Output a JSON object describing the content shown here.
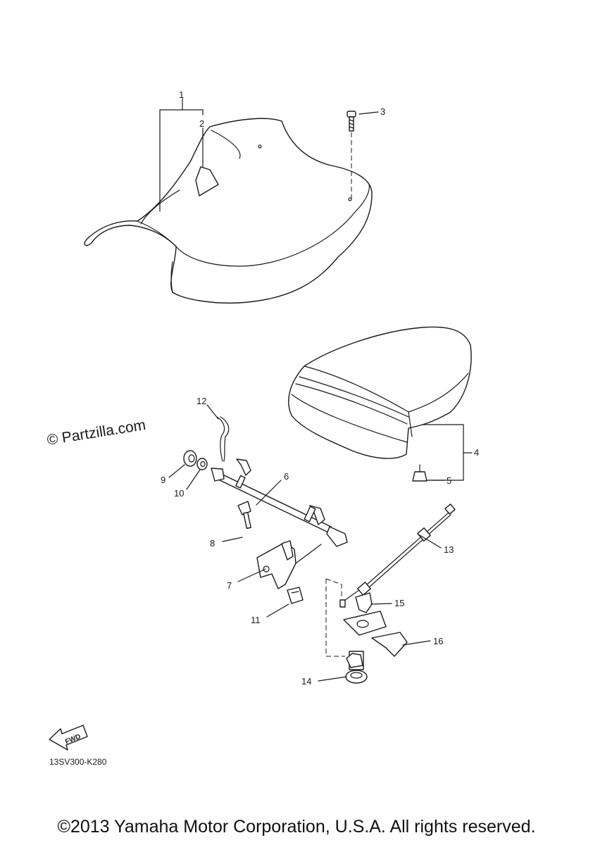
{
  "callouts": [
    "1",
    "2",
    "3",
    "4",
    "5",
    "6",
    "7",
    "8",
    "9",
    "10",
    "11",
    "12",
    "13",
    "14",
    "15",
    "16"
  ],
  "watermark": "© Partzilla.com",
  "fwd_label": "FWD",
  "diagram_code": "13SV300-K280",
  "copyright": "©2013 Yamaha Motor Corporation, U.S.A. All rights reserved."
}
